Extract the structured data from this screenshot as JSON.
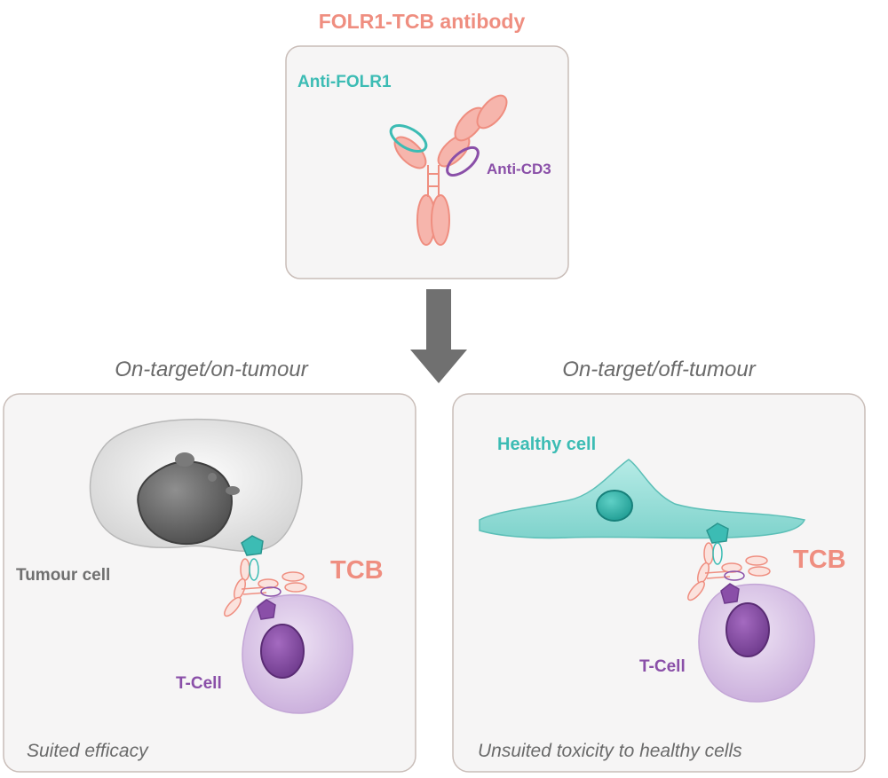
{
  "title": "FOLR1-TCB antibody",
  "antibody": {
    "anti_folr1_label": "Anti-FOLR1",
    "anti_cd3_label": "Anti-CD3"
  },
  "left_panel": {
    "heading": "On-target/on-tumour",
    "cell_label": "Tumour cell",
    "tcb_label": "TCB",
    "tcell_label": "T-Cell",
    "caption": "Suited efficacy"
  },
  "right_panel": {
    "heading": "On-target/off-tumour",
    "cell_label": "Healthy cell",
    "tcb_label": "TCB",
    "tcell_label": "T-Cell",
    "caption": "Unsuited toxicity to healthy cells"
  },
  "colors": {
    "salmon": "#ef8e80",
    "teal": "#3cbcb4",
    "purple": "#8a4fa8",
    "gray_text": "#707070",
    "panel_border": "#c9bdb8",
    "panel_bg": "#f6f5f5",
    "arrow": "#707070"
  }
}
